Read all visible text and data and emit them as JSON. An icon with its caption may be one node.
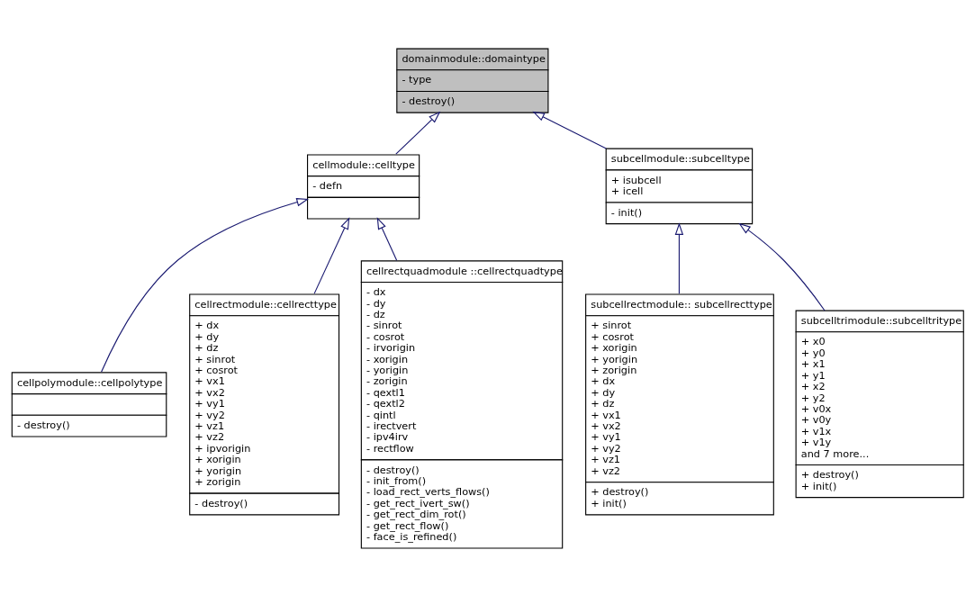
{
  "diagram": {
    "nodes": [
      {
        "text": [
          "domainmodule::domaintype",
          "- type",
          "- destroy()"
        ]
      },
      {
        "text": [
          "cellmodule::celltype",
          "- defn"
        ]
      },
      {
        "text": [
          "subcellmodule::subcelltype",
          "+ isubcell",
          "+ icell",
          "- init()"
        ]
      },
      {
        "text": [
          "cellpolymodule::cellpolytype",
          "- destroy()"
        ]
      },
      {
        "text": [
          "cellrectmodule::cellrecttype",
          "+ dx",
          "+ dy",
          "+ dz",
          "+ sinrot",
          "+ cosrot",
          "+ vx1",
          "+ vx2",
          "+ vy1",
          "+ vy2",
          "+ vz1",
          "+ vz2",
          "+ ipvorigin",
          "+ xorigin",
          "+ yorigin",
          "+ zorigin",
          "- destroy()"
        ]
      },
      {
        "text": [
          "cellrectquadmodule ::cellrectquadtype",
          "- dx",
          "- dy",
          "- dz",
          "- sinrot",
          "- cosrot",
          "- irvorigin",
          "- xorigin",
          "- yorigin",
          "- zorigin",
          "- qextl1",
          "- qextl2",
          "- qintl",
          "- irectvert",
          "- ipv4irv",
          "- rectflow",
          "- destroy()",
          "- init_from()",
          "- load_rect_verts_flows()",
          "- get_rect_ivert_sw()",
          "- get_rect_dim_rot()",
          "- get_rect_flow()",
          "- face_is_refined()"
        ]
      },
      {
        "text": [
          "subcellrectmodule:: subcellrecttype",
          "+ sinrot",
          "+ cosrot",
          "+ xorigin",
          "+ yorigin",
          "+ zorigin",
          "+ dx",
          "+ dy",
          "+ dz",
          "+ vx1",
          "+ vx2",
          "+ vy1",
          "+ vy2",
          "+ vz1",
          "+ vz2",
          "+ destroy()",
          "+ init()"
        ]
      },
      {
        "text": [
          "subcelltrimodule::subcelltritype",
          "+ x0",
          "+ y0",
          "+ x1",
          "+ y1",
          "+ x2",
          "+ y2",
          "+ v0x",
          "+ v0y",
          "+ v1x",
          "+ v1y",
          "and 7 more...",
          "+ destroy()",
          "+ init()"
        ]
      }
    ],
    "edges": [
      {
        "from": 1,
        "to": 0,
        "arrow": "to"
      },
      {
        "from": 2,
        "to": 0,
        "arrow": "to"
      },
      {
        "from": 3,
        "to": 1,
        "arrow": "to"
      },
      {
        "from": 4,
        "to": 1,
        "arrow": "to"
      },
      {
        "from": 5,
        "to": 1,
        "arrow": "to"
      },
      {
        "from": 6,
        "to": 2,
        "arrow": "to"
      },
      {
        "from": 7,
        "to": 2,
        "arrow": "to"
      }
    ]
  }
}
